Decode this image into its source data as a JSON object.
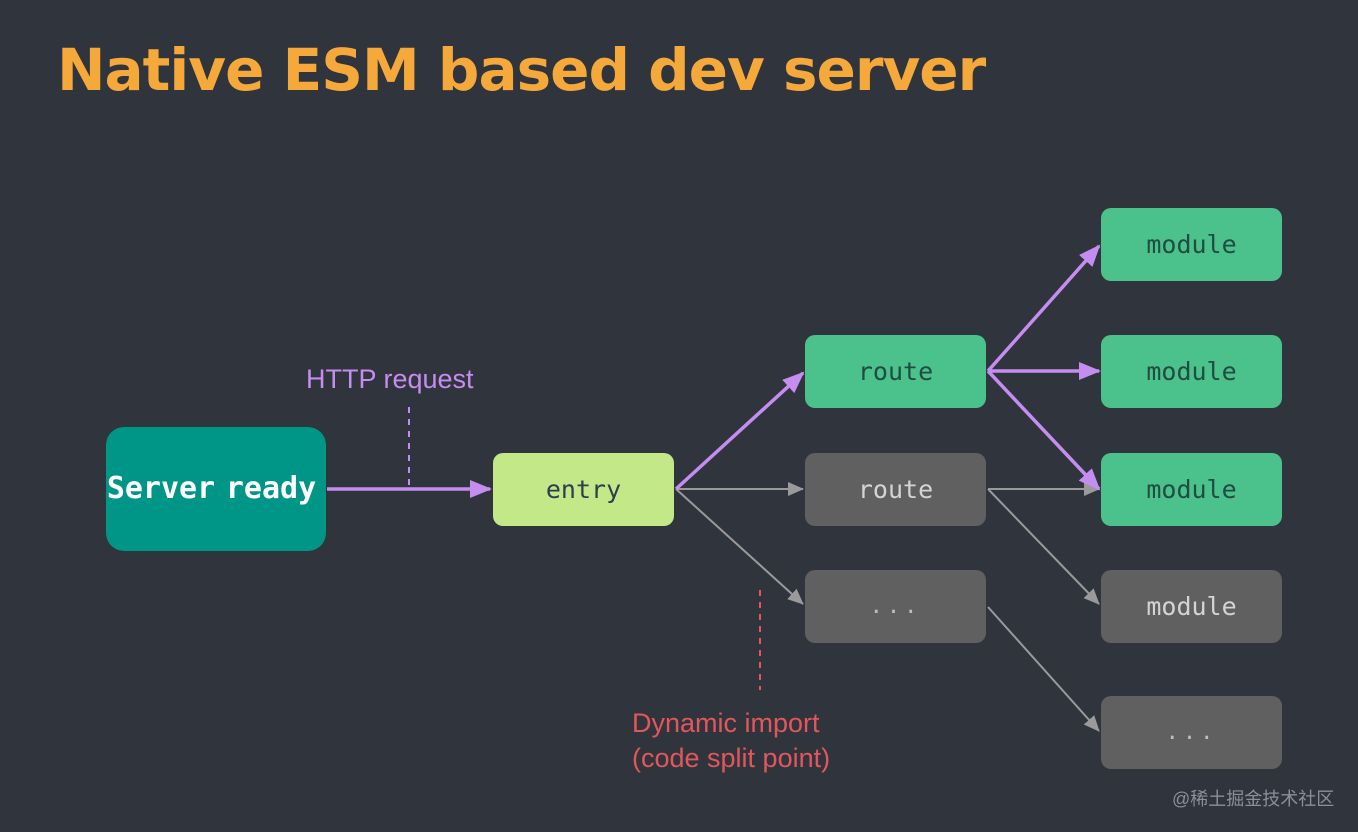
{
  "title": "Native ESM based dev server",
  "nodes": {
    "server": [
      "Server",
      "ready"
    ],
    "entry": "entry",
    "route_active": "route",
    "route_inactive": "route",
    "dots_mid": "...",
    "module_1": "module",
    "module_2": "module",
    "module_3": "module",
    "module_4": "module",
    "dots_right": "..."
  },
  "labels": {
    "http_request": "HTTP request",
    "dynamic_import": [
      "Dynamic import",
      "(code split point)"
    ]
  },
  "watermark": "@稀土掘金技术社区",
  "colors": {
    "background": "#2f343d",
    "title": "#f6a93b",
    "server_node": "#009687",
    "entry_node": "#c2e888",
    "active_node": "#4bc18c",
    "inactive_node": "#606060",
    "active_arrow": "#c58df0",
    "inactive_arrow": "#9a9a9a",
    "dynamic_import": "#e2575c"
  }
}
